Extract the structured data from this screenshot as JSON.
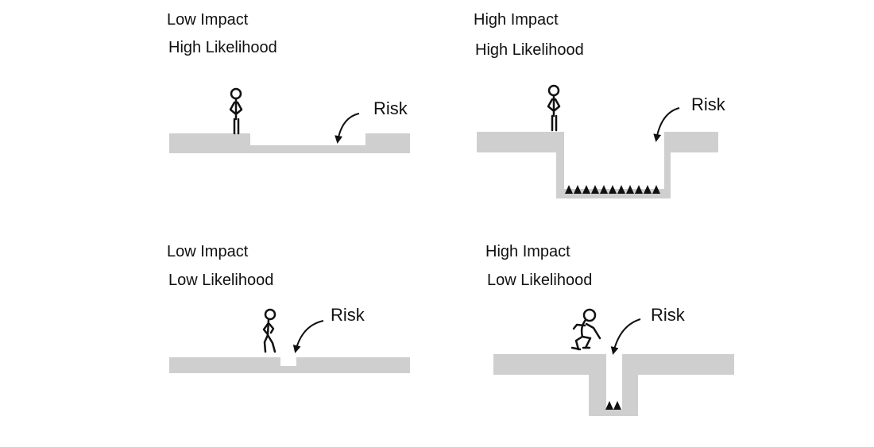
{
  "panels": {
    "low_impact_high_likelihood": {
      "impact": "Low Impact",
      "likelihood": "High Likelihood",
      "risk_label": "Risk"
    },
    "high_impact_high_likelihood": {
      "impact": "High Impact",
      "likelihood": "High Likelihood",
      "risk_label": "Risk"
    },
    "low_impact_low_likelihood": {
      "impact": "Low Impact",
      "likelihood": "Low Likelihood",
      "risk_label": "Risk"
    },
    "high_impact_low_likelihood": {
      "impact": "High Impact",
      "likelihood": "Low Likelihood",
      "risk_label": "Risk"
    }
  },
  "colors": {
    "ground": "#cfcfcf",
    "ink": "#111111",
    "background": "#ffffff"
  }
}
